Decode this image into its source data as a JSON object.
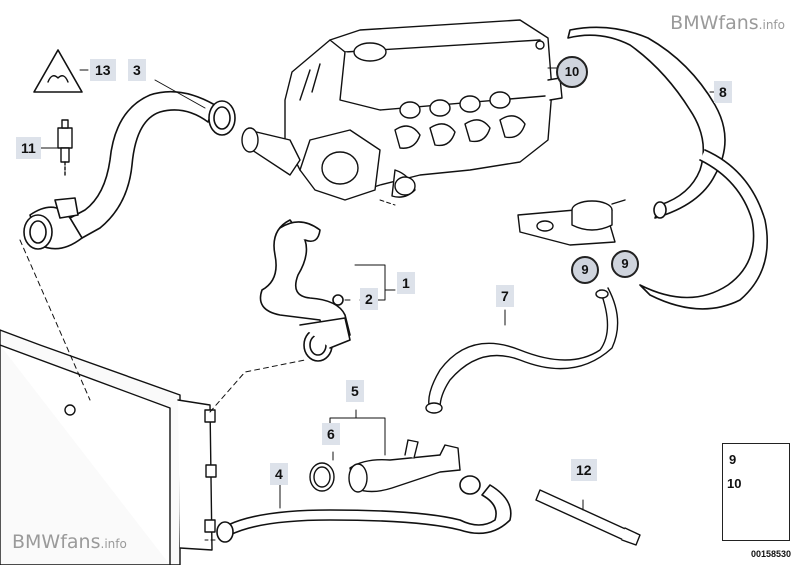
{
  "watermarks": {
    "top": {
      "main": "BMWfans",
      "suffix": ".info"
    },
    "bottom": {
      "main": "BMWfans",
      "suffix": ".info"
    }
  },
  "callouts": {
    "c1": "1",
    "c2": "2",
    "c3": "3",
    "c4": "4",
    "c5": "5",
    "c6": "6",
    "c7": "7",
    "c8": "8",
    "c9a": "9",
    "c9b": "9",
    "c10": "10",
    "c11": "11",
    "c12": "12",
    "c13": "13"
  },
  "legend": {
    "top": "9",
    "bottom": "10"
  },
  "diagram_code": "00158530"
}
